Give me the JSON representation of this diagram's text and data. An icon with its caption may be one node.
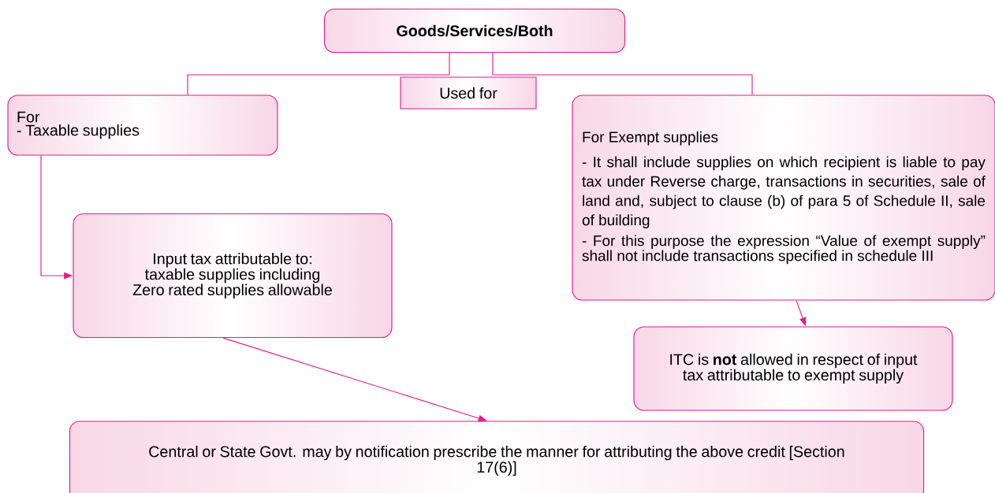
{
  "diagram": {
    "nodes": [
      {
        "text": [
          "Goods/Services/Both"
        ]
      },
      {
        "text": [
          "Used for"
        ]
      },
      {
        "text": [
          "For",
          "- Taxable supplies"
        ]
      },
      {
        "text": [
          "For Exempt supplies",
          "- It shall include supplies on which recipient is liable to pay tax under Reverse charge, transactions in securities, sale of land and, subject to clause (b) of para 5 of Schedule II, sale of building",
          "- For this purpose the expression “Value of exempt supply” shall not include transactions specified in schedule III"
        ]
      },
      {
        "text": [
          "Input tax attributable to: taxable supplies including Zero rated supplies allowable"
        ]
      },
      {
        "text": [
          "ITC is **not** allowed in respect of input tax attributable to exempt supply"
        ]
      },
      {
        "text": [
          "Central or State Govt. may by notification prescribe the manner for attributing the above credit [Section 17(6)]"
        ]
      }
    ],
    "edges": [
      {
        "from": 0,
        "to": 2,
        "arrow": "none"
      },
      {
        "from": 0,
        "to": 3,
        "arrow": "none"
      },
      {
        "from": 2,
        "to": 4,
        "arrow": "to"
      },
      {
        "from": 3,
        "to": 5,
        "arrow": "to"
      },
      {
        "from": 4,
        "to": 6,
        "arrow": "to"
      }
    ]
  }
}
